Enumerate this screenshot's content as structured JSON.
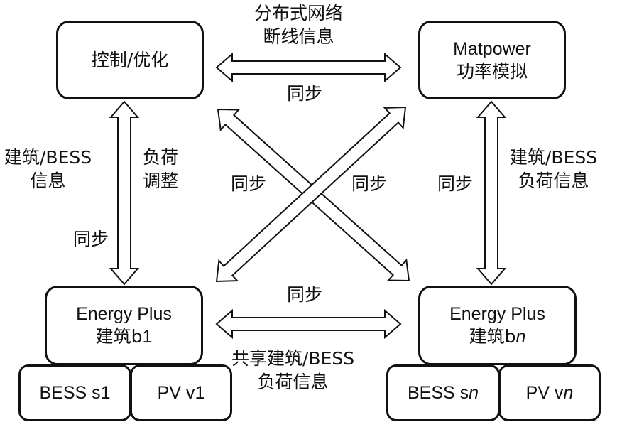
{
  "nodes": {
    "control": {
      "line1": "控制/优化"
    },
    "matpower": {
      "line1": "Matpower",
      "line2": "功率模拟"
    },
    "ep_b1": {
      "line1": "Energy Plus",
      "line2_prefix": "建筑b",
      "line2_suffix": "1"
    },
    "ep_bn": {
      "line1": "Energy Plus",
      "line2_prefix": "建筑b",
      "line2_suffix": "n"
    },
    "bess_s1": {
      "prefix": "BESS s",
      "suffix": "1"
    },
    "pv_v1": {
      "prefix": "PV v",
      "suffix": "1"
    },
    "bess_sn": {
      "prefix": "BESS s",
      "suffix": "n"
    },
    "pv_vn": {
      "prefix": "PV v",
      "suffix": "n"
    }
  },
  "labels": {
    "top_info_line1": "分布式网络",
    "top_info_line2": "断线信息",
    "top_sync": "同步",
    "left_info_line1": "建筑/BESS",
    "left_info_line2": "信息",
    "left_adjust_line1": "负荷",
    "left_adjust_line2": "调整",
    "left_sync": "同步",
    "cross_sync_left": "同步",
    "cross_sync_right": "同步",
    "right_sync": "同步",
    "right_info_line1": "建筑/BESS",
    "right_info_line2": "负荷信息",
    "bottom_sync": "同步",
    "bottom_info_line1": "共享建筑/BESS",
    "bottom_info_line2": "负荷信息"
  },
  "edges": [
    {
      "from": "control",
      "to": "matpower",
      "direction": "bidirectional"
    },
    {
      "from": "control",
      "to": "ep_b1",
      "direction": "bidirectional"
    },
    {
      "from": "matpower",
      "to": "ep_bn",
      "direction": "bidirectional"
    },
    {
      "from": "ep_b1",
      "to": "ep_bn",
      "direction": "bidirectional"
    },
    {
      "from": "control",
      "to": "ep_bn",
      "direction": "bidirectional"
    },
    {
      "from": "matpower",
      "to": "ep_b1",
      "direction": "bidirectional"
    }
  ],
  "colors": {
    "stroke": "#111111",
    "fill": "#ffffff"
  }
}
